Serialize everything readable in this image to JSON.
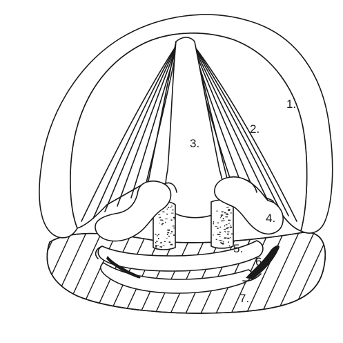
{
  "labels": {
    "l1": "1.",
    "l2": "2.",
    "l3": "3.",
    "l4": "4.",
    "l5": "5.",
    "l6": "6.",
    "l7": "7."
  },
  "colors": {
    "ink": "#1a1a1a",
    "background": "#ffffff"
  }
}
